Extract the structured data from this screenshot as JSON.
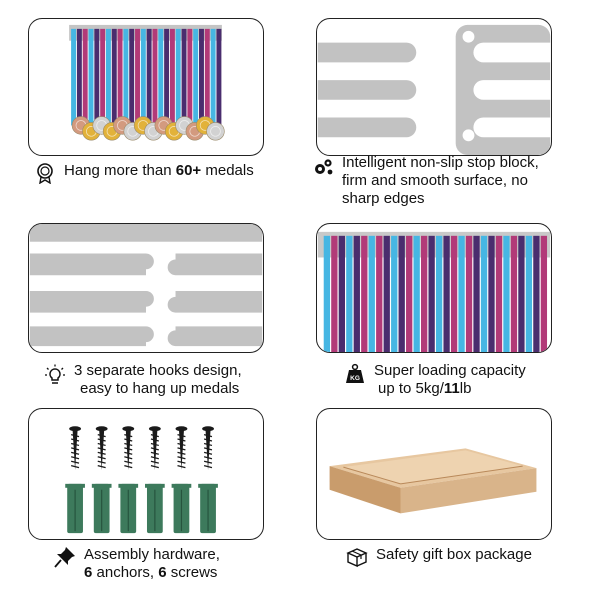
{
  "features": [
    {
      "icon": "medal-icon",
      "lines": [
        {
          "before": "Hang more than ",
          "bold": "60+",
          "after": " medals"
        }
      ]
    },
    {
      "icon": "gears-icon",
      "lines": [
        {
          "before": "Intelligent non-slip stop block,",
          "bold": "",
          "after": ""
        },
        {
          "before": "firm and smooth surface, no",
          "bold": "",
          "after": ""
        },
        {
          "before": "sharp edges",
          "bold": "",
          "after": ""
        }
      ]
    },
    {
      "icon": "lightbulb-icon",
      "lines": [
        {
          "before": "3 separate hooks design,",
          "bold": "",
          "after": ""
        },
        {
          "before": "easy to hang up medals",
          "bold": "",
          "after": ""
        }
      ]
    },
    {
      "icon": "weight-icon",
      "icon_text": "KG",
      "lines": [
        {
          "before": "Super loading capacity",
          "bold": "",
          "after": ""
        },
        {
          "before": "up to 5kg/",
          "bold": "11",
          "after": "lb"
        }
      ]
    },
    {
      "icon": "pushpin-icon",
      "lines": [
        {
          "before": "Assembly hardware,",
          "bold": "",
          "after": ""
        },
        {
          "before": "",
          "bold": "6",
          "after": " anchors, "
        },
        {
          "before": "",
          "bold": "6",
          "after": " screws"
        }
      ]
    },
    {
      "icon": "gift-box-icon",
      "lines": [
        {
          "before": "Safety gift box package",
          "bold": "",
          "after": ""
        }
      ]
    }
  ],
  "colors": {
    "rack": "#bdbdbd",
    "ribbon_blue": "#46b6e3",
    "ribbon_purple": "#4a2d6e",
    "ribbon_pink": "#b23a78",
    "gold": "#e2b23a",
    "silver": "#d2d2d2",
    "bronze": "#d39a7f",
    "anchor": "#3d7a5c",
    "screw": "#1a1a1a",
    "box": "#d9b48a"
  }
}
